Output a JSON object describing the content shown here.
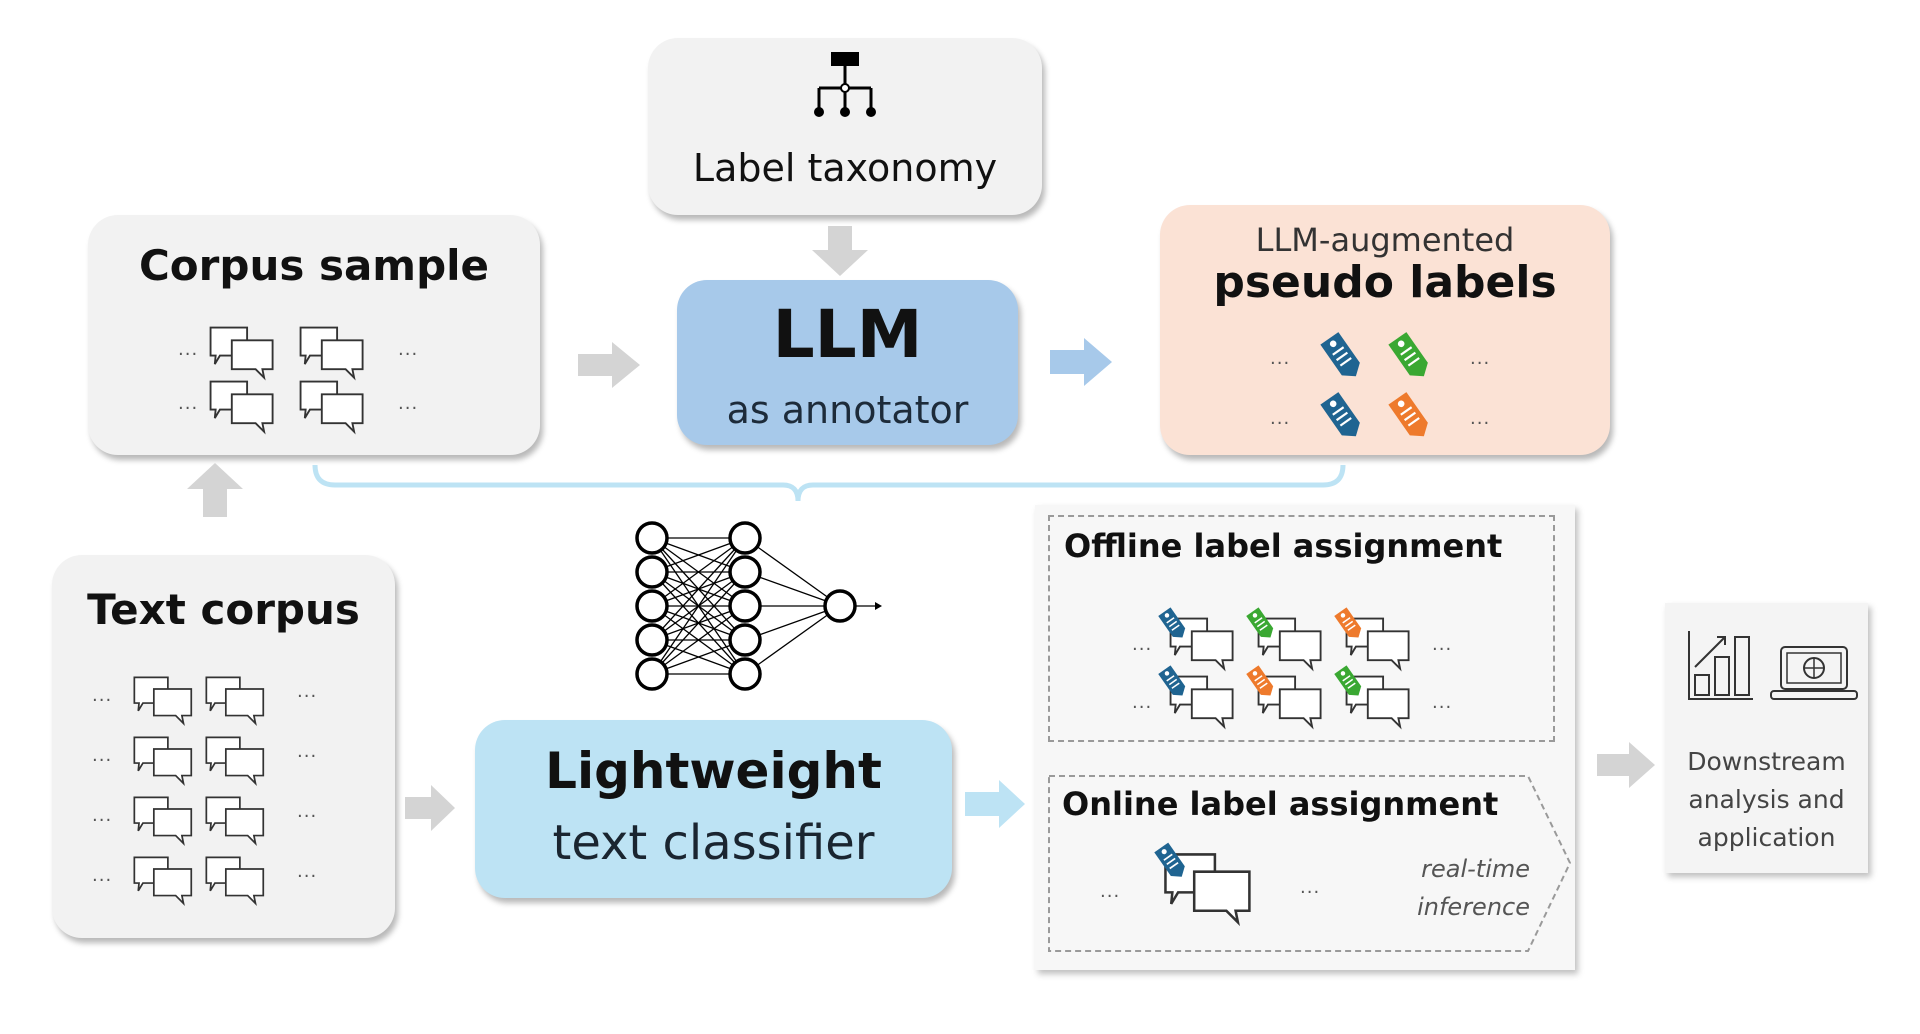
{
  "label_taxonomy": {
    "title": "Label taxonomy",
    "icon": "hierarchy-icon"
  },
  "corpus_sample": {
    "title": "Corpus sample",
    "ellipsis": "..."
  },
  "llm": {
    "title": "LLM",
    "subtitle": "as annotator"
  },
  "pseudo_labels": {
    "subtitle": "LLM-augmented",
    "title": "pseudo labels",
    "ellipsis": "...",
    "tag_colors": [
      "#1f6491",
      "#3aa832",
      "#1f6491",
      "#ee7a2c"
    ]
  },
  "text_corpus": {
    "title": "Text corpus",
    "ellipsis": "..."
  },
  "classifier": {
    "title": "Lightweight",
    "subtitle": "text classifier"
  },
  "offline": {
    "title": "Offline label assignment",
    "ellipsis": "...",
    "tag_colors": [
      "#1f6491",
      "#3aa832",
      "#ee7a2c",
      "#1f6491",
      "#ee7a2c",
      "#3aa832"
    ]
  },
  "online": {
    "title": "Online label assignment",
    "ellipsis": "...",
    "note_line1": "real-time",
    "note_line2": "inference",
    "tag_color": "#1f6491"
  },
  "downstream": {
    "line1": "Downstream",
    "line2": "analysis and",
    "line3": "application"
  },
  "colors": {
    "gray_box": "#f2f2f2",
    "llm_blue": "#a7c9ea",
    "classifier_blue": "#bde3f4",
    "peach": "#fbe2d5",
    "gray_arrow": "#d4d4d4",
    "blue_arrow": "#a7c9ea",
    "bracket": "#bde3f4"
  }
}
